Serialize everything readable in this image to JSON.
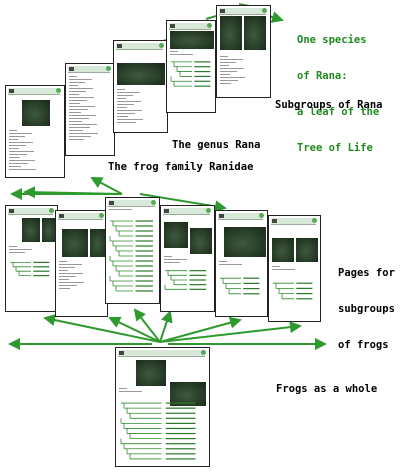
{
  "colors": {
    "arrow": "#2e9a2e",
    "species_text": "#1f8a1f",
    "page_border": "#222222",
    "photo": "#3d5a3d",
    "photo_dark": "#1e2e1e",
    "tree": "#2f8a2f"
  },
  "labels": {
    "species": [
      "One species",
      "of Rana:",
      "a leaf of the",
      "Tree of Life"
    ],
    "subgroups_rana": "Subgroups of Rana",
    "genus": "The genus Rana",
    "family": "The frog family Ranidae",
    "pages_subgroups": [
      "Pages for",
      "subgroups",
      "of frogs"
    ],
    "frogs_whole": "Frogs as a whole"
  }
}
